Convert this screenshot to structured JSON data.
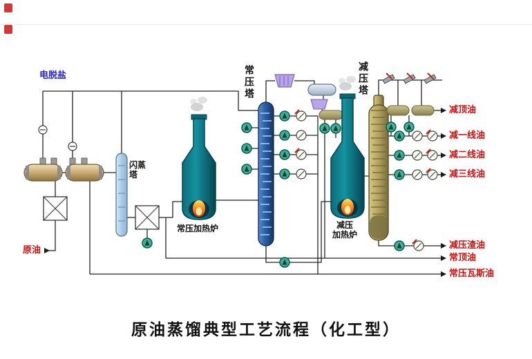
{
  "title": "原油蒸馏典型工艺流程（化工型）",
  "equipment_labels": {
    "desalter": "电脱盐",
    "flash_tower": "闪蒸塔",
    "atm_tower": "常压塔",
    "atm_furnace": "常压加热炉",
    "vac_furnace_line1": "减压",
    "vac_furnace_line2": "加热炉",
    "vac_tower": "减压塔"
  },
  "streams": {
    "crude_oil": "原油",
    "vac_top_oil": "减顶油",
    "vac_line1_oil": "减一线油",
    "vac_line2_oil": "减二线油",
    "vac_line3_oil": "减三线油",
    "vac_residue_oil": "减压渣油",
    "atm_top_oil": "常顶油",
    "atm_gas_oil": "常压瓦斯油"
  },
  "colors": {
    "stream_label_red": "#cc1111",
    "desalter_label_blue": "#2424cc",
    "equipment_label_black": "#111111",
    "furnace_teal": "#0b7280",
    "atm_column_blue": "#2a5ea8",
    "vac_column_khaki": "#b3a362",
    "flash_column_blue": "#a8cbe6",
    "pump_green": "#35b39b",
    "pipe_black": "#222222",
    "flame_orange": "#ff7d12"
  }
}
